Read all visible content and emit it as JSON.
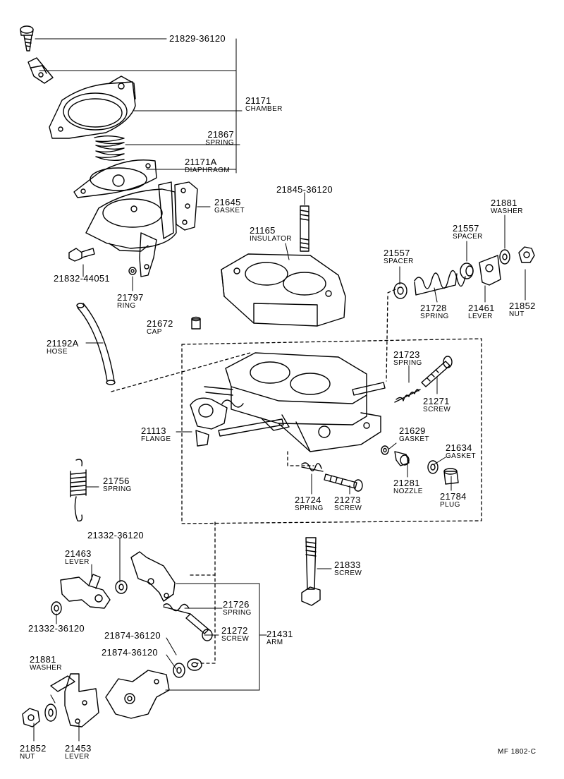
{
  "labels": {
    "p21829": {
      "num": "21829-36120"
    },
    "p21171": {
      "num": "21171",
      "name": "CHAMBER"
    },
    "p21867": {
      "num": "21867",
      "name": "SPRING"
    },
    "p21171a": {
      "num": "21171A",
      "name": "DIAPHRAGM"
    },
    "p21645": {
      "num": "21645",
      "name": "GASKET"
    },
    "p21832": {
      "num": "21832-44051"
    },
    "p21797": {
      "num": "21797",
      "name": "RING"
    },
    "p21845": {
      "num": "21845-36120"
    },
    "p21165": {
      "num": "21165",
      "name": "INSULATOR"
    },
    "p21881a": {
      "num": "21881",
      "name": "WASHER"
    },
    "p21557b": {
      "num": "21557",
      "name": "SPACER"
    },
    "p21557a": {
      "num": "21557",
      "name": "SPACER"
    },
    "p21728": {
      "num": "21728",
      "name": "SPRING"
    },
    "p21461": {
      "num": "21461",
      "name": "LEVER"
    },
    "p21852a": {
      "num": "21852",
      "name": "NUT"
    },
    "p21672": {
      "num": "21672",
      "name": "CAP"
    },
    "p21192a": {
      "num": "21192A",
      "name": "HOSE"
    },
    "p21723": {
      "num": "21723",
      "name": "SPRING"
    },
    "p21271": {
      "num": "21271",
      "name": "SCREW"
    },
    "p21113": {
      "num": "21113",
      "name": "FLANGE"
    },
    "p21629": {
      "num": "21629",
      "name": "GASKET"
    },
    "p21634": {
      "num": "21634",
      "name": "GASKET"
    },
    "p21281": {
      "num": "21281",
      "name": "NOZZLE"
    },
    "p21784": {
      "num": "21784",
      "name": "PLUG"
    },
    "p21724": {
      "num": "21724",
      "name": "SPRING"
    },
    "p21273": {
      "num": "21273",
      "name": "SCREW"
    },
    "p21756": {
      "num": "21756",
      "name": "SPRING"
    },
    "p21332a": {
      "num": "21332-36120"
    },
    "p21463": {
      "num": "21463",
      "name": "LEVER"
    },
    "p21833": {
      "num": "21833",
      "name": "SCREW"
    },
    "p21332b": {
      "num": "21332-36120"
    },
    "p21726": {
      "num": "21726",
      "name": "SPRING"
    },
    "p21874a": {
      "num": "21874-36120"
    },
    "p21272": {
      "num": "21272",
      "name": "SCREW"
    },
    "p21431": {
      "num": "21431",
      "name": "ARM"
    },
    "p21874b": {
      "num": "21874-36120"
    },
    "p21881b": {
      "num": "21881",
      "name": "WASHER"
    },
    "p21852b": {
      "num": "21852",
      "name": "NUT"
    },
    "p21453": {
      "num": "21453",
      "name": "LEVER"
    }
  },
  "footer": "MF 1802-C"
}
